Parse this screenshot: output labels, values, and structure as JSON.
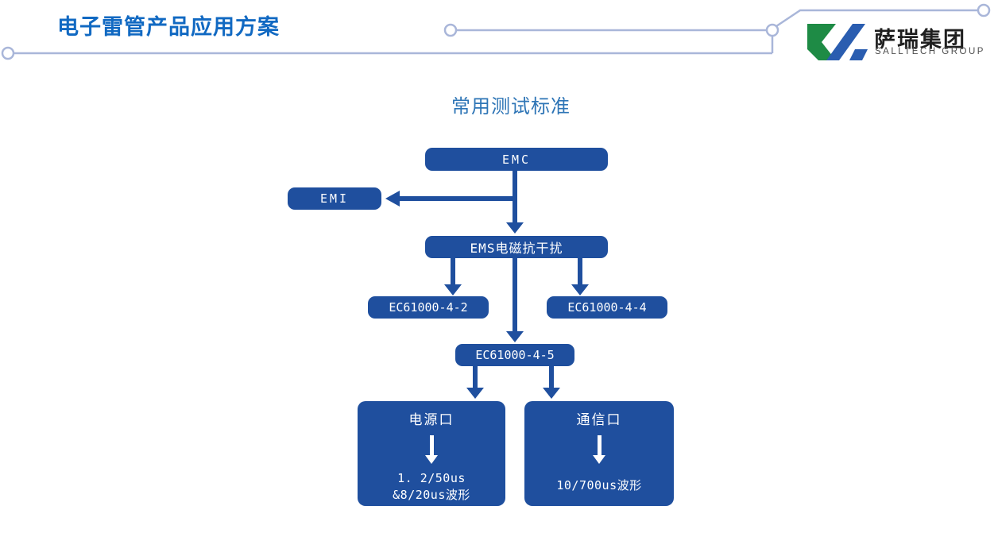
{
  "header": {
    "title": "电子雷管产品应用方案",
    "logo": {
      "company_cn": "萨瑞集团",
      "company_en": "SALLTECH GROUP"
    }
  },
  "diagram": {
    "title": "常用测试标准",
    "nodes": {
      "emc": {
        "label": "EMC"
      },
      "emi": {
        "label": "EMI"
      },
      "ems": {
        "label": "EMS电磁抗干扰"
      },
      "ec2": {
        "label": "EC61000-4-2"
      },
      "ec4": {
        "label": "EC61000-4-4"
      },
      "ec5": {
        "label": "EC61000-4-5"
      },
      "power_port": {
        "label": "电源口",
        "waveform_line1": "1. 2/50us",
        "waveform_line2": "&8/20us波形"
      },
      "comm_port": {
        "label": "通信口",
        "waveform": "10/700us波形"
      }
    }
  },
  "colors": {
    "node_blue": "#1F4F9E",
    "title_blue": "#1169C2",
    "subtitle_blue": "#2E75B6",
    "accent_line": "#A9B6D9",
    "logo_green": "#1E8B45",
    "logo_blue": "#2A5DB0"
  }
}
